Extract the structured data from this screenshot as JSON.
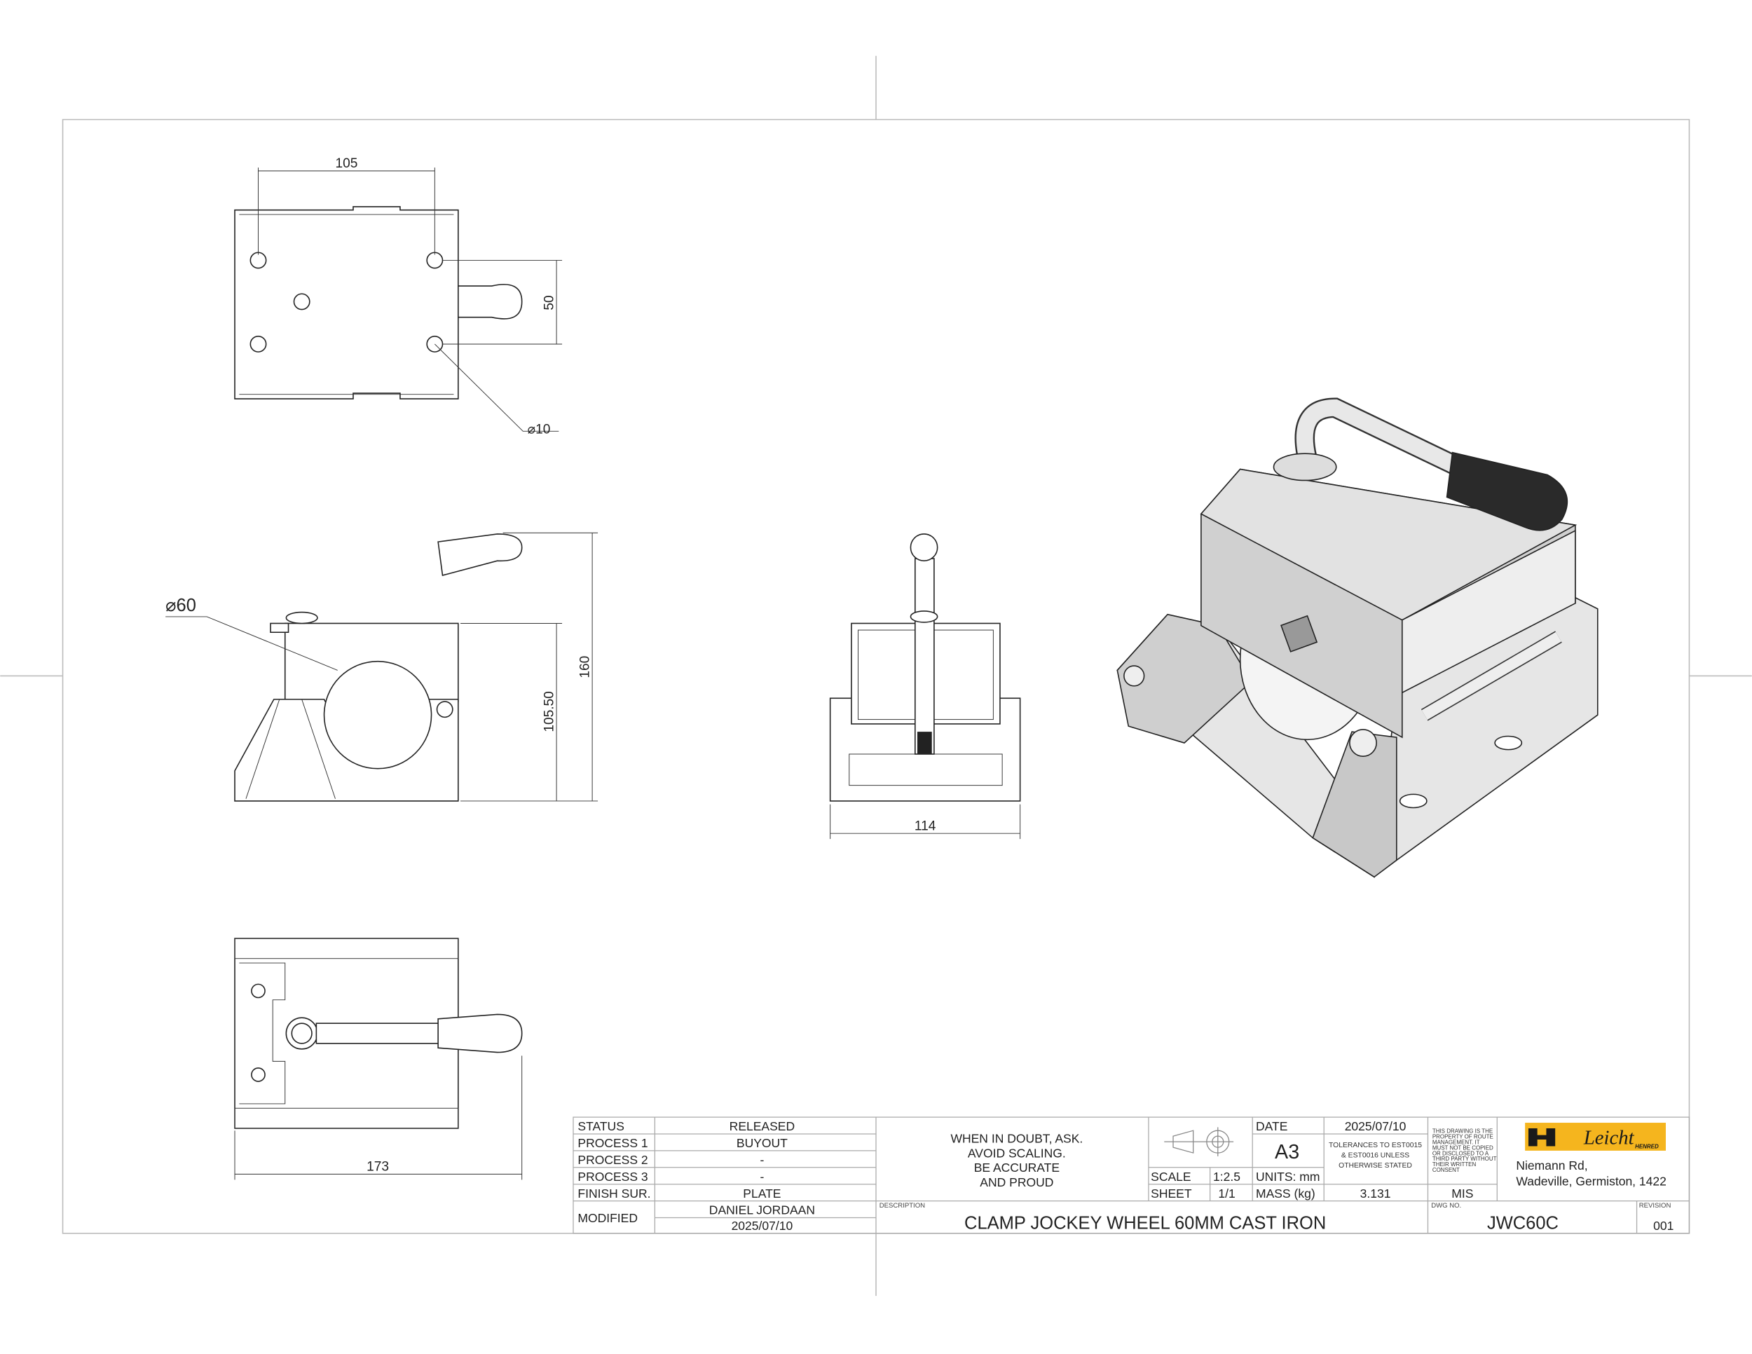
{
  "dimensions": {
    "top_width": "105",
    "top_hole_spacing": "50",
    "hole_diameter": "⌀10",
    "tube_diameter": "⌀60",
    "overall_height": "160",
    "body_height": "105.50",
    "side_width": "114",
    "overall_length": "173"
  },
  "title_block": {
    "rows": [
      {
        "label": "STATUS",
        "value": "RELEASED"
      },
      {
        "label": "PROCESS 1",
        "value": "BUYOUT"
      },
      {
        "label": "PROCESS 2",
        "value": "-"
      },
      {
        "label": "PROCESS 3",
        "value": "-"
      },
      {
        "label": "FINISH SUR.",
        "value": "PLATE"
      }
    ],
    "modified_label": "MODIFIED",
    "modified_by": "DANIEL JORDAAN",
    "modified_date": "2025/07/10",
    "notes": [
      "WHEN IN DOUBT, ASK.",
      "AVOID SCALING.",
      "BE ACCURATE",
      "AND PROUD"
    ],
    "scale_label": "SCALE",
    "scale_value": "1:2.5",
    "sheet_label": "SHEET",
    "sheet_value": "1/1",
    "date_label": "DATE",
    "date_value": "2025/07/10",
    "size": "A3",
    "units": "UNITS: mm",
    "mass_label": "MASS (kg)",
    "mass_value": "3.131",
    "tolerances": [
      "TOLERANCES TO EST0015",
      "& EST0016 UNLESS",
      "OTHERWISE STATED"
    ],
    "property_notice": [
      "THIS DRAWING IS THE",
      "PROPERTY OF ROUTE",
      "MANAGEMENT. IT",
      "MUST NOT BE COPIED",
      "OR DISCLOSED TO A",
      "THIRD PARTY WITHOUT",
      "THEIR WRITTEN",
      "CONSENT"
    ],
    "drawn_by": "MIS",
    "logo_text": "Leicht",
    "logo_subtext": "HENRED",
    "address": [
      "Niemann Rd,",
      "Wadeville, Germiston, 1422"
    ],
    "description_label": "DESCRIPTION",
    "description": "CLAMP JOCKEY WHEEL 60MM CAST IRON",
    "dwg_no_label": "DWG NO.",
    "dwg_no": "JWC60C",
    "revision_label": "REVISION",
    "revision": "001"
  },
  "colors": {
    "logo_bg": "#F5B51E",
    "metal": "#D6D6D6",
    "grip": "#2A2A2A"
  }
}
